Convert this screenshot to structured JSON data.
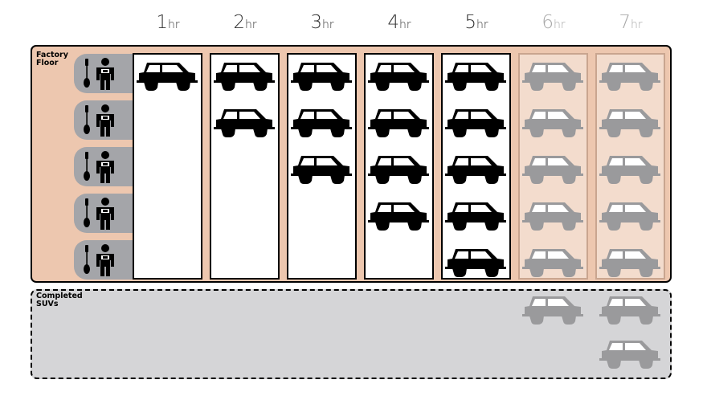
{
  "hours": [
    {
      "num": "1",
      "unit": "hr",
      "future": false
    },
    {
      "num": "2",
      "unit": "hr",
      "future": false
    },
    {
      "num": "3",
      "unit": "hr",
      "future": false
    },
    {
      "num": "4",
      "unit": "hr",
      "future": false
    },
    {
      "num": "5",
      "unit": "hr",
      "future": false
    },
    {
      "num": "6",
      "unit": "hr",
      "future": true
    },
    {
      "num": "7",
      "unit": "hr",
      "future": true
    }
  ],
  "floor": {
    "label_line1": "Factory",
    "label_line2": "Floor"
  },
  "completed": {
    "label_line1": "Completed",
    "label_line2": "SUVs"
  },
  "workers": 5,
  "suvs_in_column": [
    1,
    2,
    3,
    4,
    5,
    5,
    5
  ],
  "completed_suvs_by_hour": [
    0,
    0,
    0,
    0,
    0,
    1,
    2
  ],
  "colors": {
    "floor": "#edc7af",
    "completed": "#d5d5d7",
    "worker_tile": "#a4a5a9",
    "active_car": "#000000",
    "future_car": "#9a9a9c",
    "hour_text_active": "#333333",
    "hour_text_future": "#a8a8a8"
  },
  "icons": {
    "car": "suv-icon",
    "worker": "worker-icon",
    "tool": "screwdriver-icon"
  }
}
